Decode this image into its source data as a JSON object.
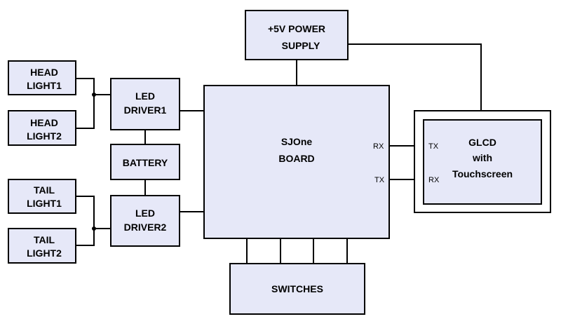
{
  "blocks": {
    "power_supply": {
      "line1": "+5V POWER",
      "line2": "SUPPLY"
    },
    "head_light1": {
      "line1": "HEAD",
      "line2": "LIGHT1"
    },
    "head_light2": {
      "line1": "HEAD",
      "line2": "LIGHT2"
    },
    "led_driver1": {
      "line1": "LED",
      "line2": "DRIVER1"
    },
    "battery": {
      "line1": "BATTERY"
    },
    "tail_light1": {
      "line1": "TAIL",
      "line2": "LIGHT1"
    },
    "tail_light2": {
      "line1": "TAIL",
      "line2": "LIGHT2"
    },
    "led_driver2": {
      "line1": "LED",
      "line2": "DRIVER2"
    },
    "sjone_board": {
      "line1": "SJOne",
      "line2": "BOARD"
    },
    "glcd": {
      "line1": "GLCD",
      "line2": "with",
      "line3": "Touchscreen"
    },
    "switches": {
      "line1": "SWITCHES"
    }
  },
  "pins": {
    "board_rx": "RX",
    "board_tx": "TX",
    "glcd_tx": "TX",
    "glcd_rx": "RX"
  },
  "colors": {
    "block_fill": "#e6e8f8",
    "line": "#000000"
  }
}
